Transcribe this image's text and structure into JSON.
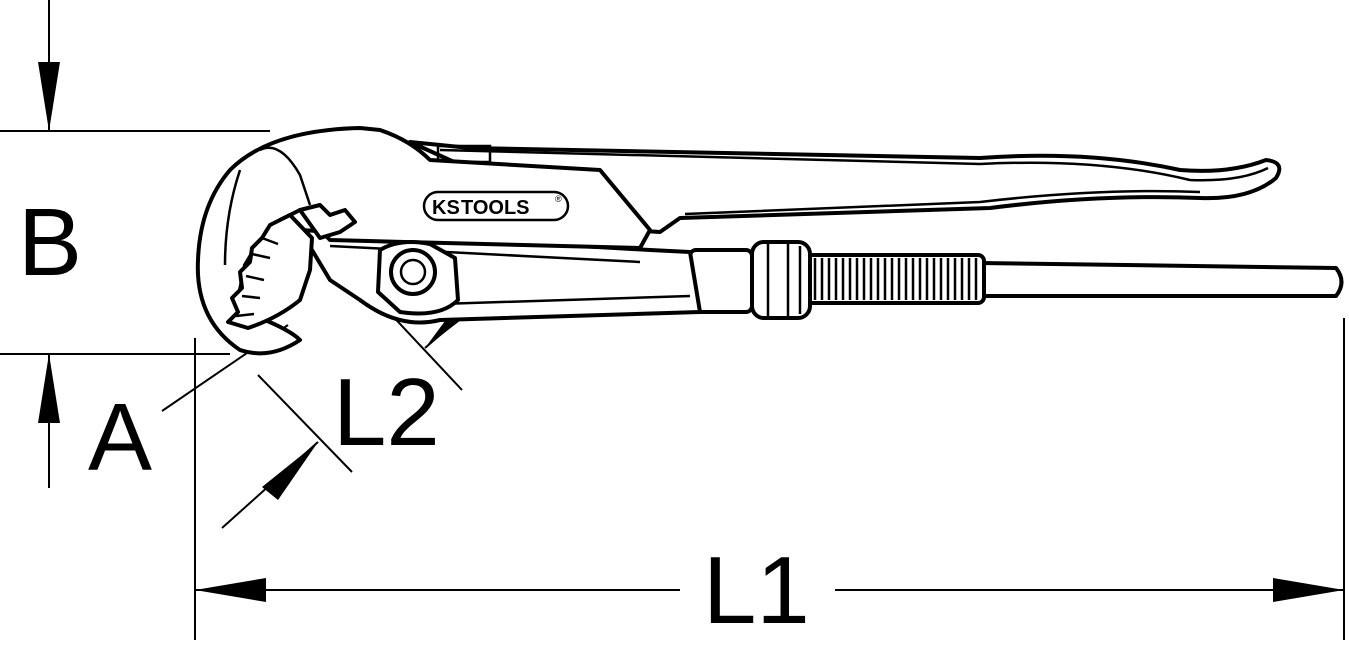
{
  "dimensions": {
    "b_label": "B",
    "a_label": "A",
    "l1_label": "L1",
    "l2_label": "L2"
  },
  "logo": {
    "ks": "KS",
    "tools": "TOOLS",
    "registered": "®"
  },
  "colors": {
    "line": "#000000",
    "background": "#ffffff"
  }
}
